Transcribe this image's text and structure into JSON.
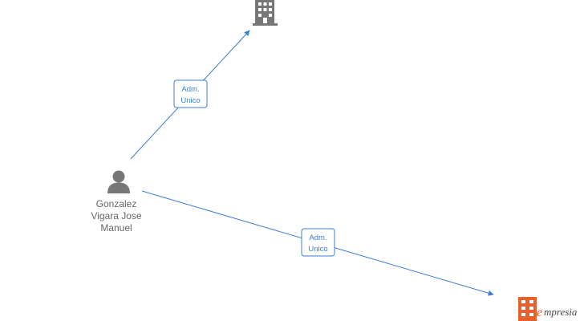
{
  "nodes": {
    "person": {
      "icon": "person-icon",
      "name_lines": [
        "Gonzalez",
        "Vigara Jose",
        "Manuel"
      ]
    },
    "company_top": {
      "icon": "building-icon"
    },
    "company_bottom": {
      "icon": "building-icon",
      "color": "#e8612c"
    }
  },
  "edges": [
    {
      "from": "person",
      "to": "company_top",
      "label_lines": [
        "Adm.",
        "Unico"
      ]
    },
    {
      "from": "person",
      "to": "company_bottom",
      "label_lines": [
        "Adm.",
        "Unico"
      ]
    }
  ],
  "colors": {
    "edge": "#3b7fd4",
    "icon": "#777777",
    "accent": "#e8612c"
  },
  "brand": {
    "icon": "empresia-logo-icon",
    "text": "mpresia",
    "mark": "e"
  }
}
